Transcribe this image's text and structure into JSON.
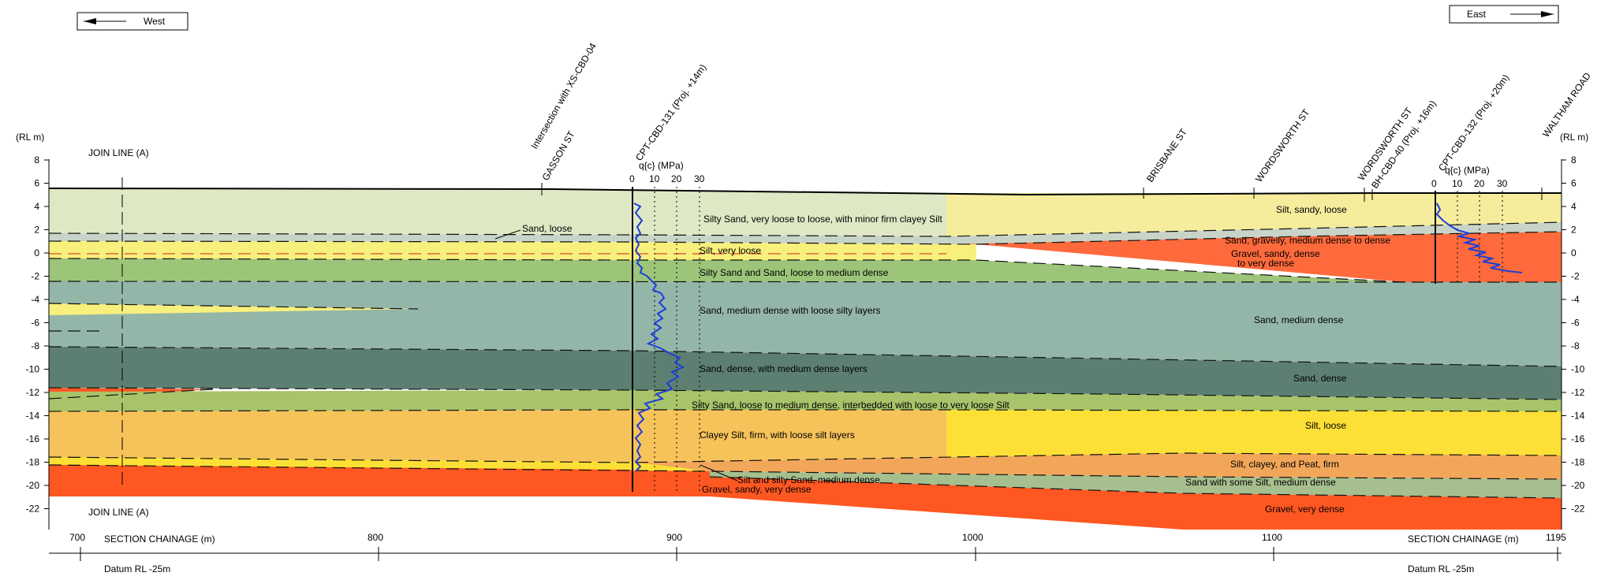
{
  "direction": {
    "west": "West",
    "east": "East"
  },
  "axis": {
    "rl_label": "(RL m)",
    "rl_ticks": [
      "8",
      "6",
      "4",
      "2",
      "0",
      "-2",
      "-4",
      "-6",
      "-8",
      "-10",
      "-12",
      "-14",
      "-16",
      "-18",
      "-20",
      "-22"
    ],
    "chainage_label": "SECTION CHAINAGE (m)",
    "chainage_ticks": [
      "700",
      "800",
      "900",
      "1000",
      "1100",
      "1195"
    ],
    "datum": "Datum RL -25m"
  },
  "join_line": "JOIN LINE (A)",
  "features": {
    "xs": "Intersection with XS-CBD-04",
    "gasson": "GASSON ST",
    "cpt131": "CPT-CBD-131 (Proj. +14m)",
    "brisbane": "BRISBANE ST",
    "wordsworth1": "WORDSWORTH ST",
    "wordsworth2": "WORDSWORTH ST",
    "bh40": "BH-CBD-40 (Proj. +16m)",
    "cpt132": "CPT-CBD-132 (Proj. +20m)",
    "waltham": "WALTHAM ROAD"
  },
  "cpt": {
    "unit": "q{c} (MPa)",
    "ticks": [
      "0",
      "10",
      "20",
      "30"
    ]
  },
  "layer_labels": {
    "sand_loose": "Sand, loose",
    "silty_sand_v_loose": "Silty Sand, very loose to loose, with minor firm clayey Silt",
    "silt_v_loose": "Silt, very loose",
    "silty_sand_sand": "Silty Sand and Sand, loose to medium dense",
    "sand_md_silty": "Sand, medium dense with loose silty layers",
    "sand_dense_md": "Sand, dense, with medium dense layers",
    "silty_sand_interbedded": "Silty Sand, loose to medium dense, interbedded with loose to very loose Silt",
    "clayey_silt": "Clayey Silt, firm, with loose silt layers",
    "silt_silty_sand": "Silt and silty Sand, medium dense",
    "gravel_v_dense_w": "Gravel, sandy, very dense",
    "silt_sandy_loose": "Silt, sandy, loose",
    "sand_gravelly": "Sand, gravelly, medium dense to dense",
    "gravel_sandy_dense_1": "Gravel, sandy, dense",
    "gravel_sandy_dense_2": "to very dense",
    "sand_md_e": "Sand, medium dense",
    "sand_dense_e": "Sand, dense",
    "silt_loose_e": "Silt, loose",
    "silt_clayey_peat": "Silt, clayey, and Peat, firm",
    "sand_some_silt": "Sand with some Silt, medium dense",
    "gravel_v_dense_e": "Gravel, very dense"
  },
  "colors": {
    "silt_sandy": "#f5ec9c",
    "silty_sand_top": "#dfe8c4",
    "sand_grey": "#c8d4c8",
    "silt_yellow": "#f8f07c",
    "silty_sand_green": "#9cc57a",
    "sand_md": "#94b6a8",
    "sand_dense": "#5c7f72",
    "silty_sand_green2": "#a8c46a",
    "clayey_silt": "#f6c35a",
    "silt_loose": "#fde035",
    "gravel": "#ff5722",
    "peat": "#f2a65a",
    "cpt_line": "#1c3fd8"
  }
}
